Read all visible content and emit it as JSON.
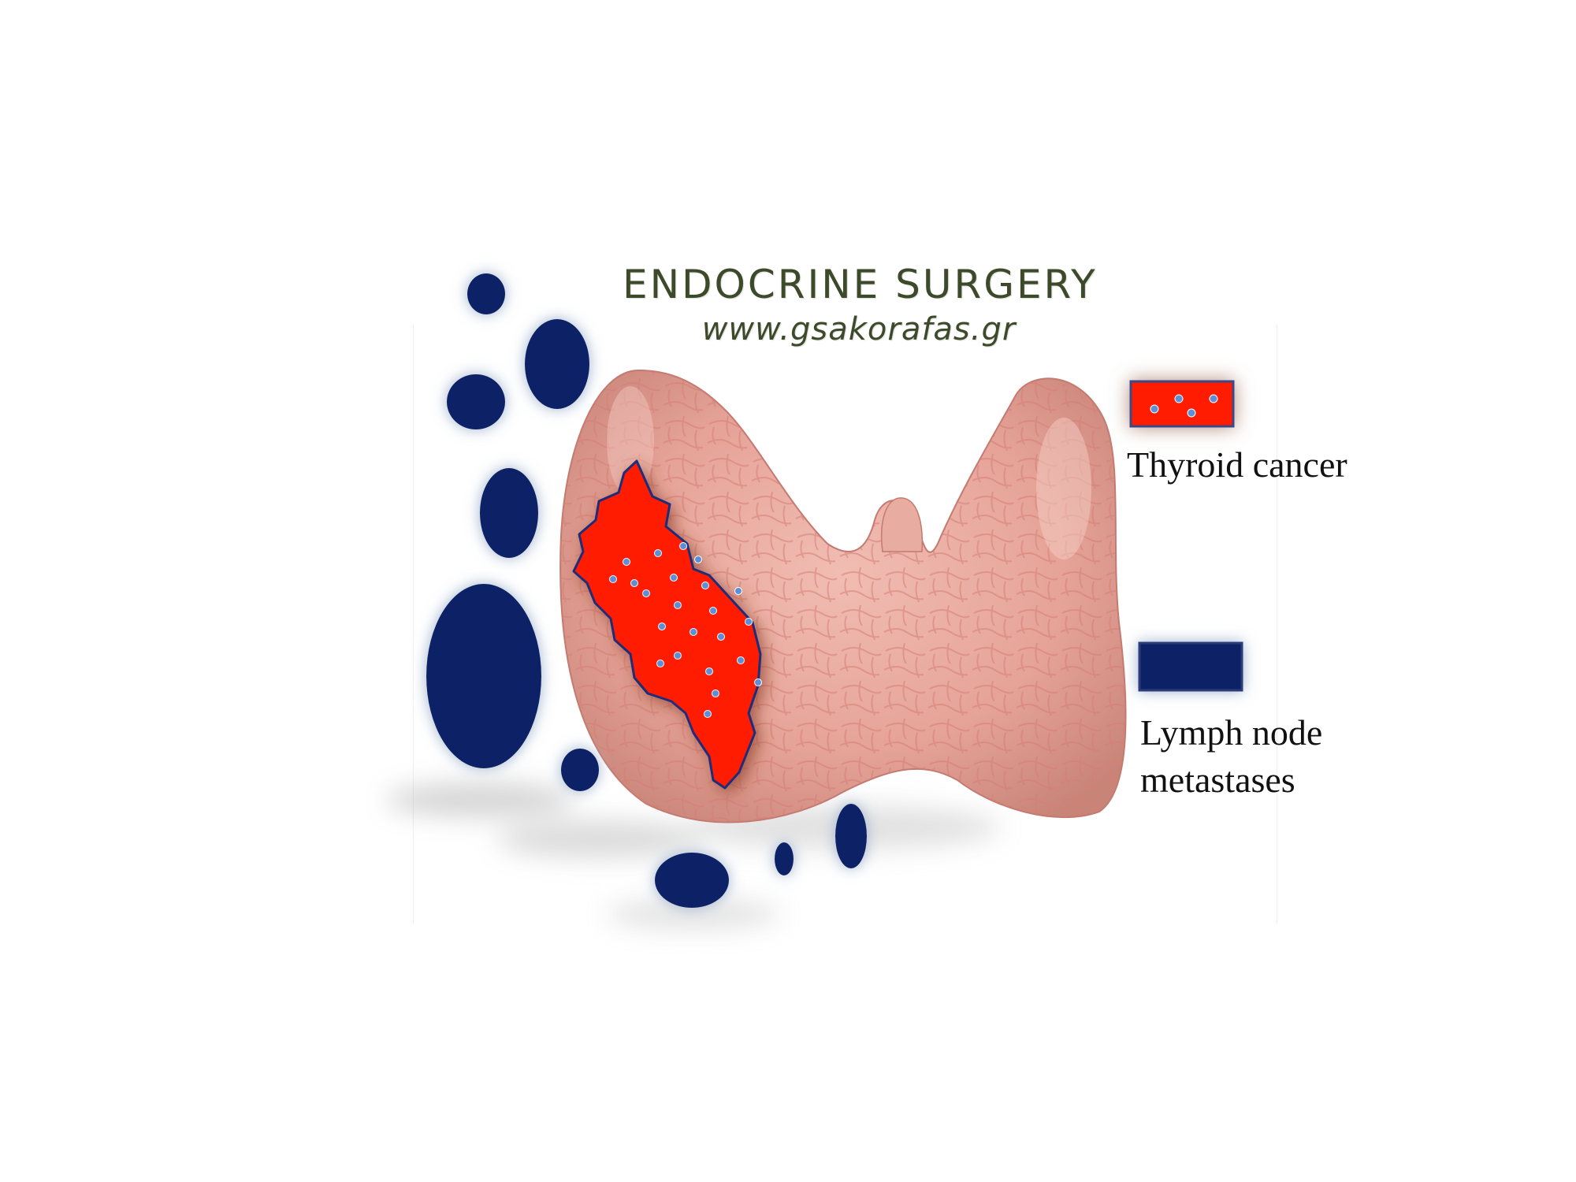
{
  "header": {
    "title": "ENDOCRINE SURGERY",
    "url": "www.gsakorafas.gr"
  },
  "legend": {
    "cancer_label": "Thyroid cancer",
    "lymph_label_line1": "Lymph node",
    "lymph_label_line2": "metastases"
  },
  "colors": {
    "tumor": "#ff1a00",
    "tumor_dots": "#5b8fd6",
    "lymph_node": "#0a2466",
    "thyroid_tissue": "#e8a89e",
    "header_text": "#3d4a2a"
  },
  "icons": {
    "thyroid": "thyroid-gland-illustration",
    "tumor": "tumor-blob",
    "lymph_node": "lymph-node-oval"
  }
}
